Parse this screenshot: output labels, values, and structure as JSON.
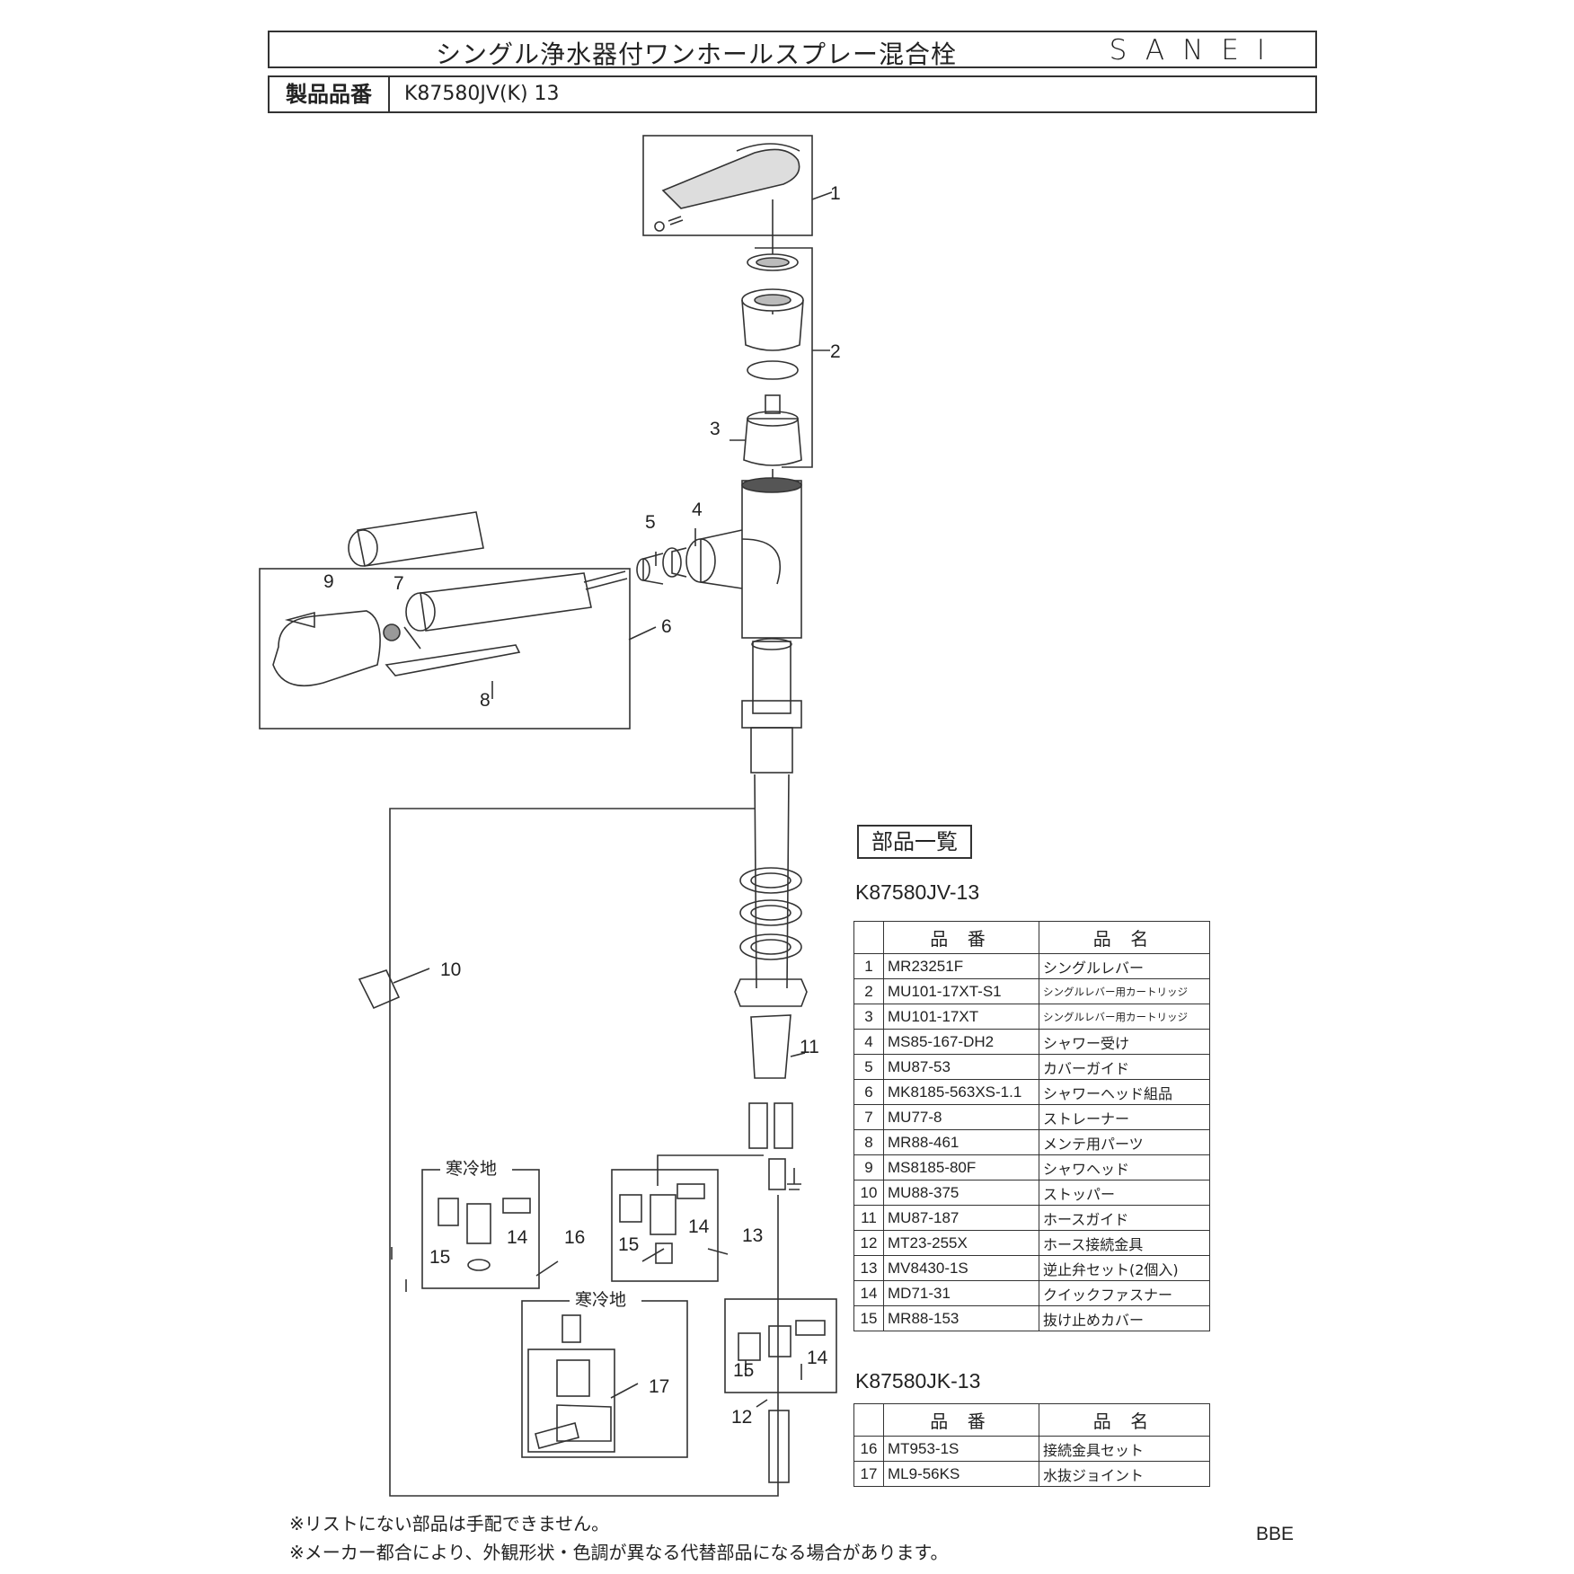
{
  "header": {
    "title": "シングル浄水器付ワンホールスプレー混合栓",
    "brand": "SANEI",
    "product_number_label": "製品品番",
    "product_number": "K87580JV(K) 13"
  },
  "callouts": [
    "1",
    "2",
    "3",
    "4",
    "5",
    "6",
    "7",
    "8",
    "9",
    "10",
    "11",
    "12",
    "13",
    "14",
    "14",
    "14",
    "15",
    "15",
    "15",
    "16",
    "17"
  ],
  "cold_region_labels": [
    "寒冷地",
    "寒冷地"
  ],
  "parts_list_title": "部品一覧",
  "table1": {
    "model": "K87580JV-13",
    "headers": [
      "品 番",
      "品 名"
    ],
    "rows": [
      {
        "no": "1",
        "part": "MR23251F",
        "name": "シングルレバー"
      },
      {
        "no": "2",
        "part": "MU101-17XT-S1",
        "name": "シングルレバー用カートリッジ"
      },
      {
        "no": "3",
        "part": "MU101-17XT",
        "name": "シングルレバー用カートリッジ"
      },
      {
        "no": "4",
        "part": "MS85-167-DH2",
        "name": "シャワー受け"
      },
      {
        "no": "5",
        "part": "MU87-53",
        "name": "カバーガイド"
      },
      {
        "no": "6",
        "part": "MK8185-563XS-1.1",
        "name": "シャワーヘッド組品"
      },
      {
        "no": "7",
        "part": "MU77-8",
        "name": "ストレーナー"
      },
      {
        "no": "8",
        "part": "MR88-461",
        "name": "メンテ用パーツ"
      },
      {
        "no": "9",
        "part": "MS8185-80F",
        "name": "シャワヘッド"
      },
      {
        "no": "10",
        "part": "MU88-375",
        "name": "ストッパー"
      },
      {
        "no": "11",
        "part": "MU87-187",
        "name": "ホースガイド"
      },
      {
        "no": "12",
        "part": "MT23-255X",
        "name": "ホース接続金具"
      },
      {
        "no": "13",
        "part": "MV8430-1S",
        "name": "逆止弁セット(2個入)"
      },
      {
        "no": "14",
        "part": "MD71-31",
        "name": "クイックファスナー"
      },
      {
        "no": "15",
        "part": "MR88-153",
        "name": "抜け止めカバー"
      }
    ]
  },
  "table2": {
    "model": "K87580JK-13",
    "headers": [
      "品 番",
      "品 名"
    ],
    "rows": [
      {
        "no": "16",
        "part": "MT953-1S",
        "name": "接続金具セット"
      },
      {
        "no": "17",
        "part": "ML9-56KS",
        "name": "水抜ジョイント"
      }
    ]
  },
  "notes": [
    "※リストにない部品は手配できません。",
    "※メーカー都合により、外観形状・色調が異なる代替部品になる場合があります。"
  ],
  "doc_code": "BBE"
}
